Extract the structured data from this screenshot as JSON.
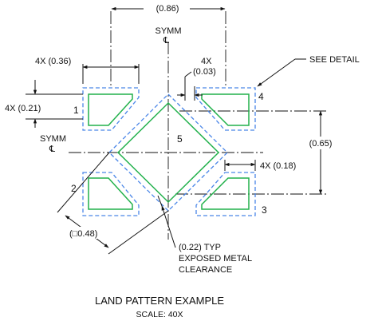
{
  "drawing": {
    "dimensions": {
      "overall_width": "(0.86)",
      "pad_length": "4X (0.36)",
      "pad_width": "4X (0.21)",
      "mask_gap": "4X",
      "mask_gap_value": "(0.03)",
      "pad_spacing": "(0.65)",
      "pad_short": "4X (0.18)",
      "thermal_size": "(□0.48)",
      "clearance_1": "(0.22) TYP",
      "clearance_2": "EXPOSED METAL",
      "clearance_3": "CLEARANCE"
    },
    "labels": {
      "symm": "SYMM",
      "see_detail": "SEE DETAIL",
      "pin_1": "1",
      "pin_2": "2",
      "pin_3": "3",
      "pin_4": "4",
      "pin_5": "5"
    },
    "title": "LAND PATTERN EXAMPLE",
    "scale": "SCALE: 40X",
    "colors": {
      "solder_mask": "#4a86e8",
      "metal_pad": "#22b14c",
      "lines": "#111111"
    }
  }
}
